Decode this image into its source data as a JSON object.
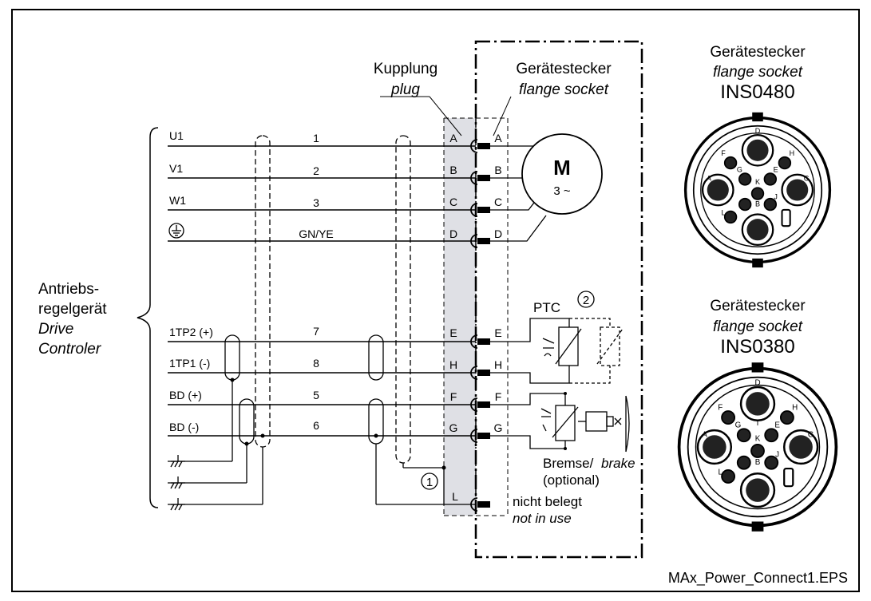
{
  "caption": "MAx_Power_Connect1.EPS",
  "drive": {
    "line1": "Antriebs-",
    "line2": "regelgerät",
    "line3": "Drive",
    "line4": "Controler"
  },
  "coupling": {
    "de": "Kupplung",
    "en": "plug"
  },
  "device_connector": {
    "de": "Gerätestecker",
    "en": "flange socket"
  },
  "wires": [
    {
      "signal": "U1",
      "number": "1",
      "pin": "A"
    },
    {
      "signal": "V1",
      "number": "2",
      "pin": "B"
    },
    {
      "signal": "W1",
      "number": "3",
      "pin": "C"
    },
    {
      "signal": "",
      "number": "GN/YE",
      "pin": "D"
    },
    {
      "signal": "1TP2 (+)",
      "number": "7",
      "pin": "E"
    },
    {
      "signal": "1TP1 (-)",
      "number": "8",
      "pin": "H"
    },
    {
      "signal": "BD (+)",
      "number": "5",
      "pin": "F"
    },
    {
      "signal": "BD (-)",
      "number": "6",
      "pin": "G"
    }
  ],
  "pin_L": "L",
  "motor": {
    "label": "M",
    "sub": "3 ~"
  },
  "ptc": {
    "label": "PTC",
    "marker": "2"
  },
  "brake": {
    "label_de": "Bremse/",
    "label_en": "brake",
    "optional": "(optional)"
  },
  "shield_marker": "1",
  "not_used": {
    "de": "nicht belegt",
    "en": "not in use"
  },
  "connectors": [
    {
      "title": "Gerätestecker",
      "subtitle": "flange socket",
      "code": "INS0480"
    },
    {
      "title": "Gerätestecker",
      "subtitle": "flange socket",
      "code": "INS0380"
    }
  ],
  "socket_pins": {
    "D": "D",
    "I": "I",
    "F": "F",
    "H": "H",
    "A": "A",
    "C": "C",
    "G": "G",
    "E": "E",
    "K": "K",
    "J": "J",
    "B": "B",
    "L": "L"
  }
}
